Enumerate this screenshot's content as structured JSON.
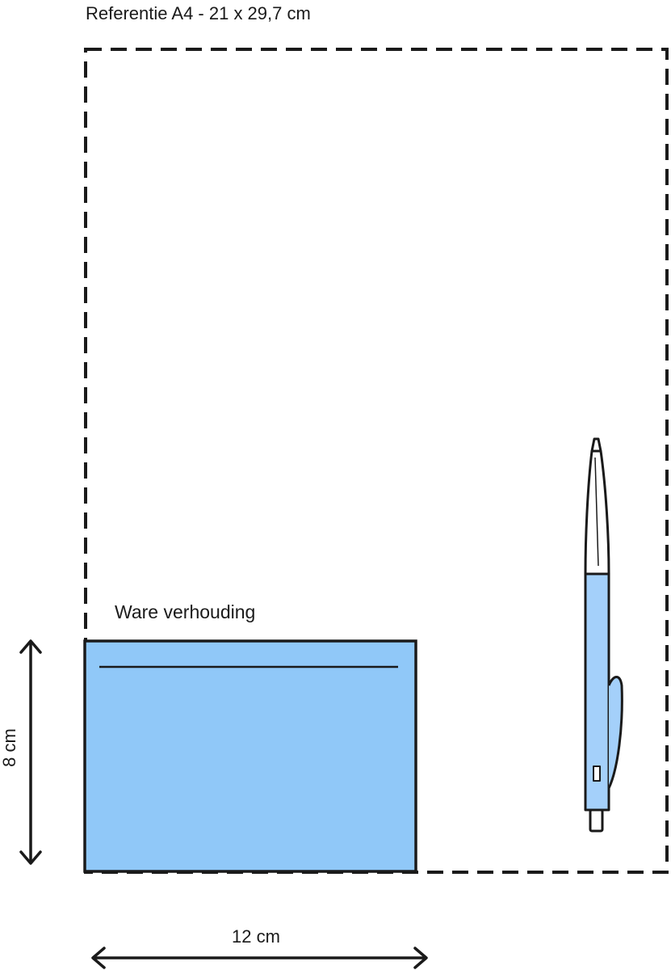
{
  "title": "Referentie A4 - 21 x 29,7 cm",
  "product_label": "Ware verhouding",
  "width_label": "12 cm",
  "height_label": "8 cm",
  "colors": {
    "product_fill": "#90c8f8",
    "pen_body": "#a4d0fa",
    "outline": "#1a1a1a"
  },
  "icons": [
    "pen-icon"
  ]
}
